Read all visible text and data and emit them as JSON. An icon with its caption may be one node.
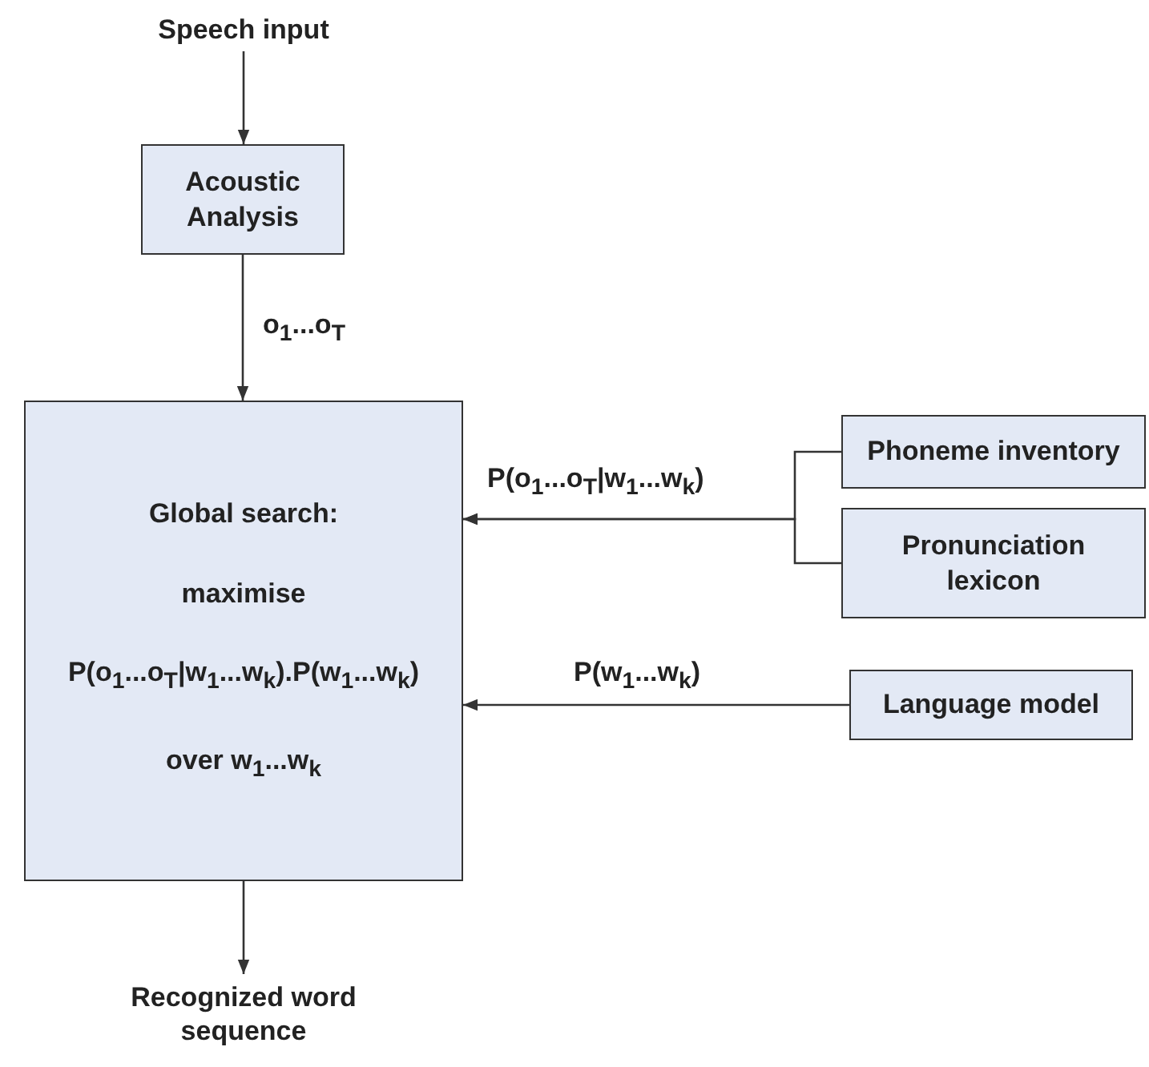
{
  "diagram": {
    "nodes": [
      {
        "text": [
          "Speech input"
        ]
      },
      {
        "text": [
          "Acoustic Analysis"
        ]
      },
      {
        "text": [
          "Global search:",
          "maximise",
          "P(o$_{1}$...o$_{T}$|w$_{1}$...w$_{k}$).P(w$_{1}$...w$_{k}$)",
          "over w$_{1}$...w$_{k}$"
        ]
      },
      {
        "text": [
          "Phoneme inventory"
        ]
      },
      {
        "text": [
          "Pronunciation lexicon"
        ]
      },
      {
        "text": [
          "Language model"
        ]
      },
      {
        "text": [
          "Recognized word sequence"
        ]
      }
    ],
    "edges": [
      {
        "from": 0,
        "to": 1,
        "arrow": "to"
      },
      {
        "from": 1,
        "to": 2,
        "arrow": "to",
        "label": "o$_{1}$...o$_{T}$"
      },
      {
        "from": 3,
        "to": 2,
        "arrow": "to",
        "label": "P(o$_{1}$...o$_{T}$|w$_{1}$...w$_{k}$)"
      },
      {
        "from": 4,
        "to": 2,
        "arrow": "to"
      },
      {
        "from": 5,
        "to": 2,
        "arrow": "to",
        "label": "P(w$_{1}$...w$_{k}$)"
      },
      {
        "from": 2,
        "to": 6,
        "arrow": "to"
      }
    ]
  }
}
